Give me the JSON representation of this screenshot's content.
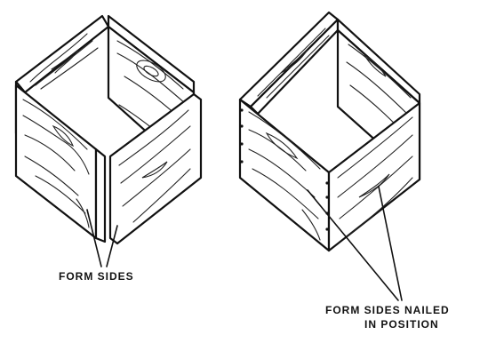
{
  "labels": {
    "left": "FORM SIDES",
    "right_line1": "FORM SIDES NAILED",
    "right_line2": "IN POSITION"
  },
  "colors": {
    "ink": "#111111",
    "background": "#ffffff"
  }
}
